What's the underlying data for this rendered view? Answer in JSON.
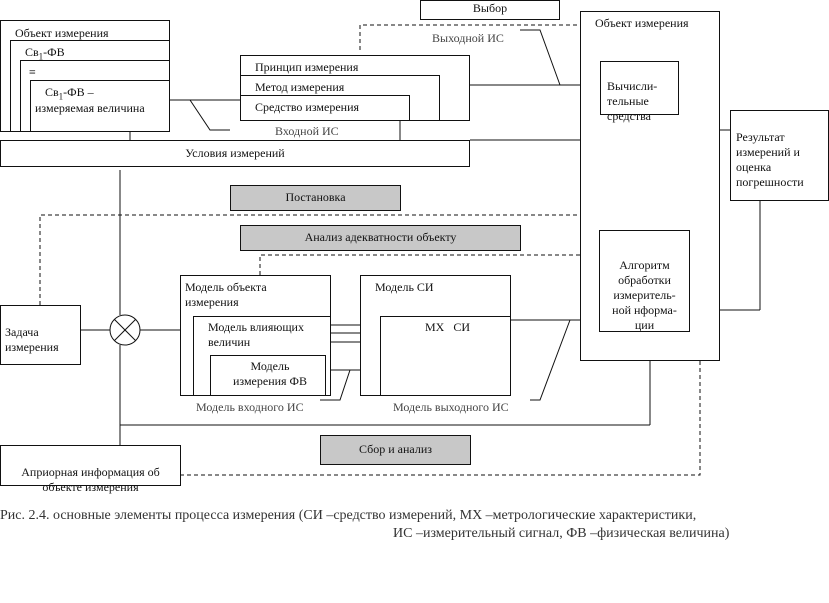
{
  "top": {
    "vybor": "Выбор",
    "vykhodnoy_is": "Выходной ИС",
    "vkhodnoy_is": "Входной ИС"
  },
  "object_stack": {
    "obekt": "Объект измерения",
    "sv1_prefix": "Св",
    "sv1_sub": "1",
    "sv1_suffix": "-ФВ",
    "equiv": "≡",
    "meas_prefix": "Св",
    "meas_sub": "1",
    "meas_suffix": "-ФВ –",
    "meas_line2": "измеряемая величина"
  },
  "principle_stack": {
    "princip": "Принцип измерения",
    "metod": "Метод измерения",
    "sredstvo": "Средство измерения"
  },
  "usloviya": "Условия измерений",
  "postanovka": "Постановка",
  "analiz_adekvatnosti": "Анализ адекватности объекту",
  "right_object": {
    "title": "Объект измерения",
    "vychisl": "Вычисли-\nтельные\nсредства",
    "algoritm": "Алгоритм\nобработки\nизмеритель-\nной нформа-\nции"
  },
  "result": "Результат\nизмерений и\nоценка\nпогрешности",
  "zadacha": "Задача\nизмерения",
  "models": {
    "model_obekta": "Модель объекта\nизмерения",
    "model_vliyayushchikh": "Модель влияющих\nвеличин",
    "model_fv": "Модель\nизмерения ФВ",
    "model_si": "Модель СИ",
    "mx_si": "МХ   СИ",
    "model_vkhodnogo": "Модель входного ИС",
    "model_vykhodnogo": "Модель выходного ИС"
  },
  "apriornaya": "Априорная информация об\nобъекте измерения",
  "sbor": "Сбор и анализ",
  "caption": {
    "line1": "Рис. 2.4. основные элементы процесса измерения (СИ –средство измерений, МХ –метрологические характеристики,",
    "line2": "ИС –измерительный сигнал, ФВ –физическая величина)"
  }
}
